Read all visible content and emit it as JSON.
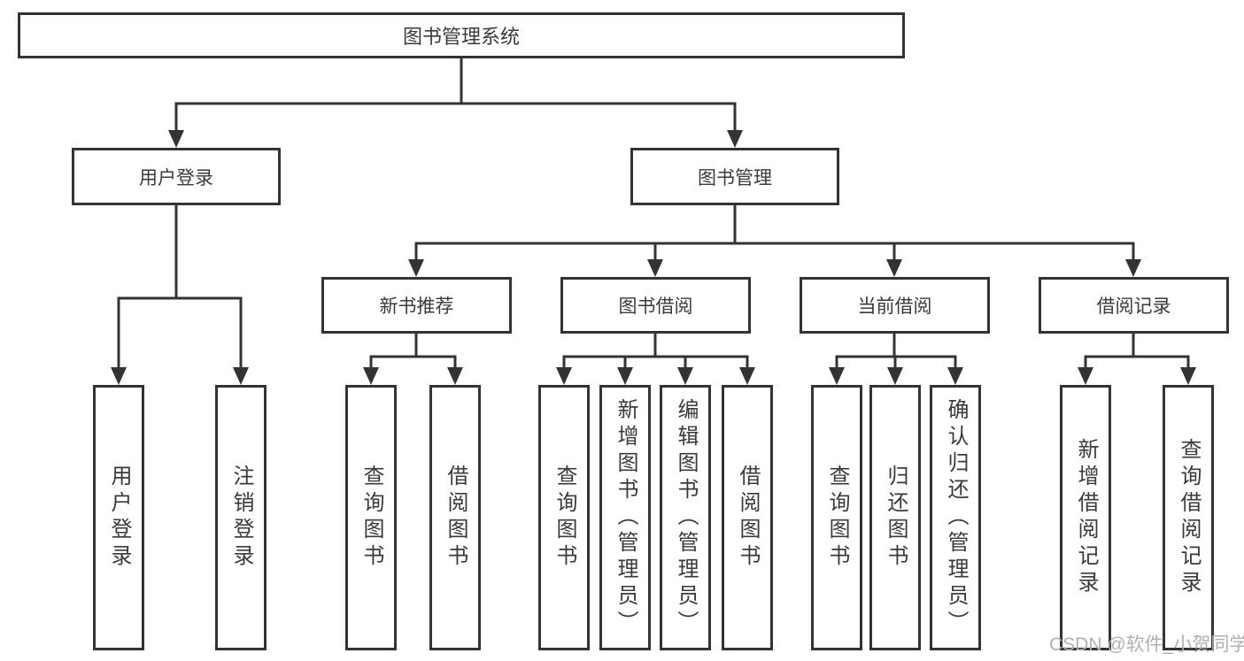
{
  "tree": {
    "root": {
      "label": "图书管理系统"
    },
    "branches": [
      {
        "label": "用户登录",
        "children": [
          {
            "label": "用户登录"
          },
          {
            "label": "注销登录"
          }
        ]
      },
      {
        "label": "图书管理",
        "groups": [
          {
            "label": "新书推荐",
            "children": [
              {
                "label": "查询图书"
              },
              {
                "label": "借阅图书"
              }
            ]
          },
          {
            "label": "图书借阅",
            "children": [
              {
                "label": "查询图书"
              },
              {
                "label": "新增图书（管理员）"
              },
              {
                "label": "编辑图书（管理员）"
              },
              {
                "label": "借阅图书"
              }
            ]
          },
          {
            "label": "当前借阅",
            "children": [
              {
                "label": "查询图书"
              },
              {
                "label": "归还图书"
              },
              {
                "label": "确认归还（管理员）"
              }
            ]
          },
          {
            "label": "借阅记录",
            "children": [
              {
                "label": "新增借阅记录"
              },
              {
                "label": "查询借阅记录"
              }
            ]
          }
        ]
      }
    ]
  },
  "watermark": {
    "text": "CSDN @软件_小贺同学"
  },
  "colors": {
    "line": "#333333",
    "text": "#3a3a3a",
    "background": "#ffffff",
    "watermark": "#b0b0b0"
  }
}
